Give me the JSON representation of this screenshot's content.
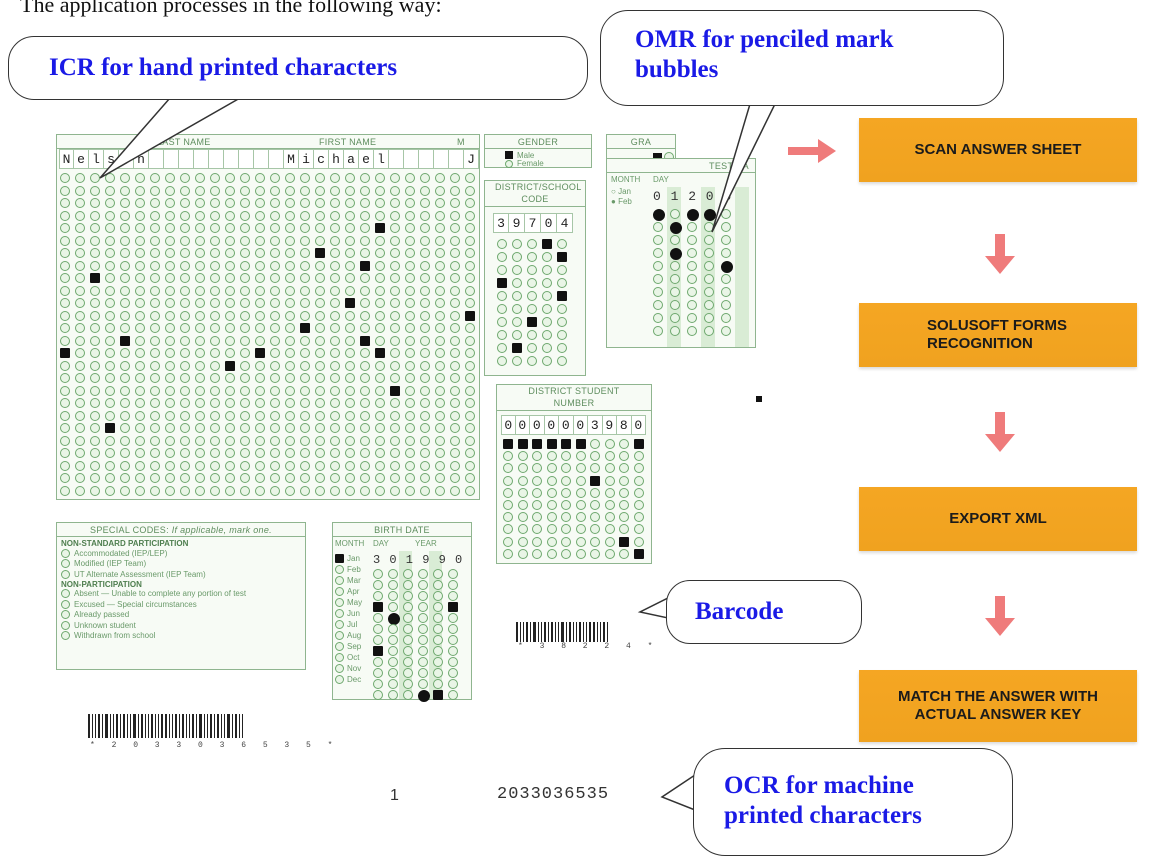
{
  "intro_text": "The application processes in the following way:",
  "callouts": {
    "icr": "ICR for hand printed characters",
    "omr": "OMR for penciled mark bubbles",
    "barcode": "Barcode",
    "ocr": "OCR for machine printed characters"
  },
  "flow_steps": [
    "SCAN ANSWER SHEET",
    "SOLUSOFT FORMS RECOGNITION",
    "EXPORT XML",
    "MATCH THE ANSWER WITH ACTUAL ANSWER KEY"
  ],
  "form": {
    "last_name_header": "LAST NAME",
    "first_name_header": "FIRST NAME",
    "mi_header": "M",
    "last_name_value": "Nelson",
    "first_name_value": "Michael",
    "mi_value": "J",
    "gender_header": "GENDER",
    "gender_options": [
      "Male",
      "Female"
    ],
    "grade_header": "GRA",
    "district_school_header": "DISTRICT/SCHOOL CODE",
    "district_school_value": "39704",
    "test_date_header": "TEST DA",
    "test_date_month_label": "MONTH",
    "test_date_day_label": "DAY",
    "test_date_months": [
      "Jan",
      "Feb"
    ],
    "test_date_value": "0 1 2 0 5",
    "district_student_header": "DISTRICT STUDENT NUMBER",
    "district_student_value": "0000003980",
    "special_codes_header": "SPECIAL CODES:",
    "special_codes_note": "If applicable, mark one.",
    "non_standard_header": "NON-STANDARD PARTICIPATION",
    "non_standard_items": [
      "Accommodated (IEP/LEP)",
      "Modified (IEP Team)",
      "UT Alternate Assessment (IEP Team)"
    ],
    "non_participation_header": "NON-PARTICIPATION",
    "non_participation_items": [
      "Absent — Unable to complete any portion of test",
      "Excused — Special circumstances",
      "Already passed",
      "Unknown student",
      "Withdrawn from school"
    ],
    "birth_date_header": "BIRTH DATE",
    "birth_month_label": "MONTH",
    "birth_day_label": "DAY",
    "birth_year_label": "YEAR",
    "birth_months": [
      "Jan",
      "Feb",
      "Mar",
      "Apr",
      "May",
      "Jun",
      "Jul",
      "Aug",
      "Sep",
      "Oct",
      "Nov",
      "Dec"
    ],
    "birth_date_value": "3 0 1 9 9 0",
    "barcode_small_text": "* 3 8 2 2 4 *",
    "barcode_large_text": "* 2 0 3 3 0 3 6 5 3 5 *",
    "page_number": "1",
    "sheet_number": "2033036535"
  }
}
